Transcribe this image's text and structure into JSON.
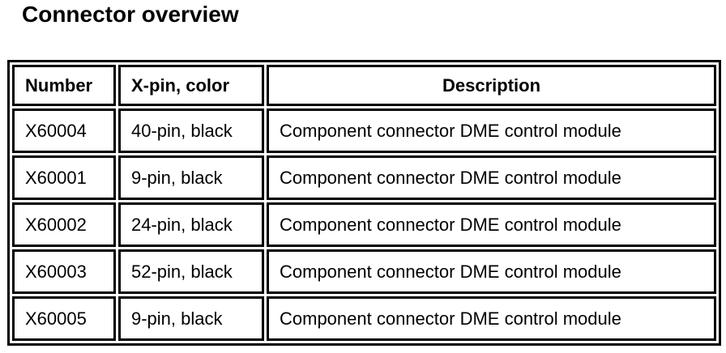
{
  "page": {
    "title": "Connector overview",
    "background_color": "#ffffff",
    "line_color": "#000000",
    "text_color": "#000000"
  },
  "table": {
    "columns": [
      {
        "label": "Number"
      },
      {
        "label": "X-pin, color"
      },
      {
        "label": "Description"
      }
    ],
    "rows": [
      {
        "number": "X60004",
        "pin_color": "40-pin, black",
        "description": "Component connector DME control module"
      },
      {
        "number": "X60001",
        "pin_color": "9-pin, black",
        "description": "Component connector DME control module"
      },
      {
        "number": "X60002",
        "pin_color": "24-pin, black",
        "description": "Component connector DME control module"
      },
      {
        "number": "X60003",
        "pin_color": "52-pin, black",
        "description": "Component connector DME control module"
      },
      {
        "number": "X60005",
        "pin_color": "9-pin, black",
        "description": "Component connector DME control module"
      }
    ]
  }
}
